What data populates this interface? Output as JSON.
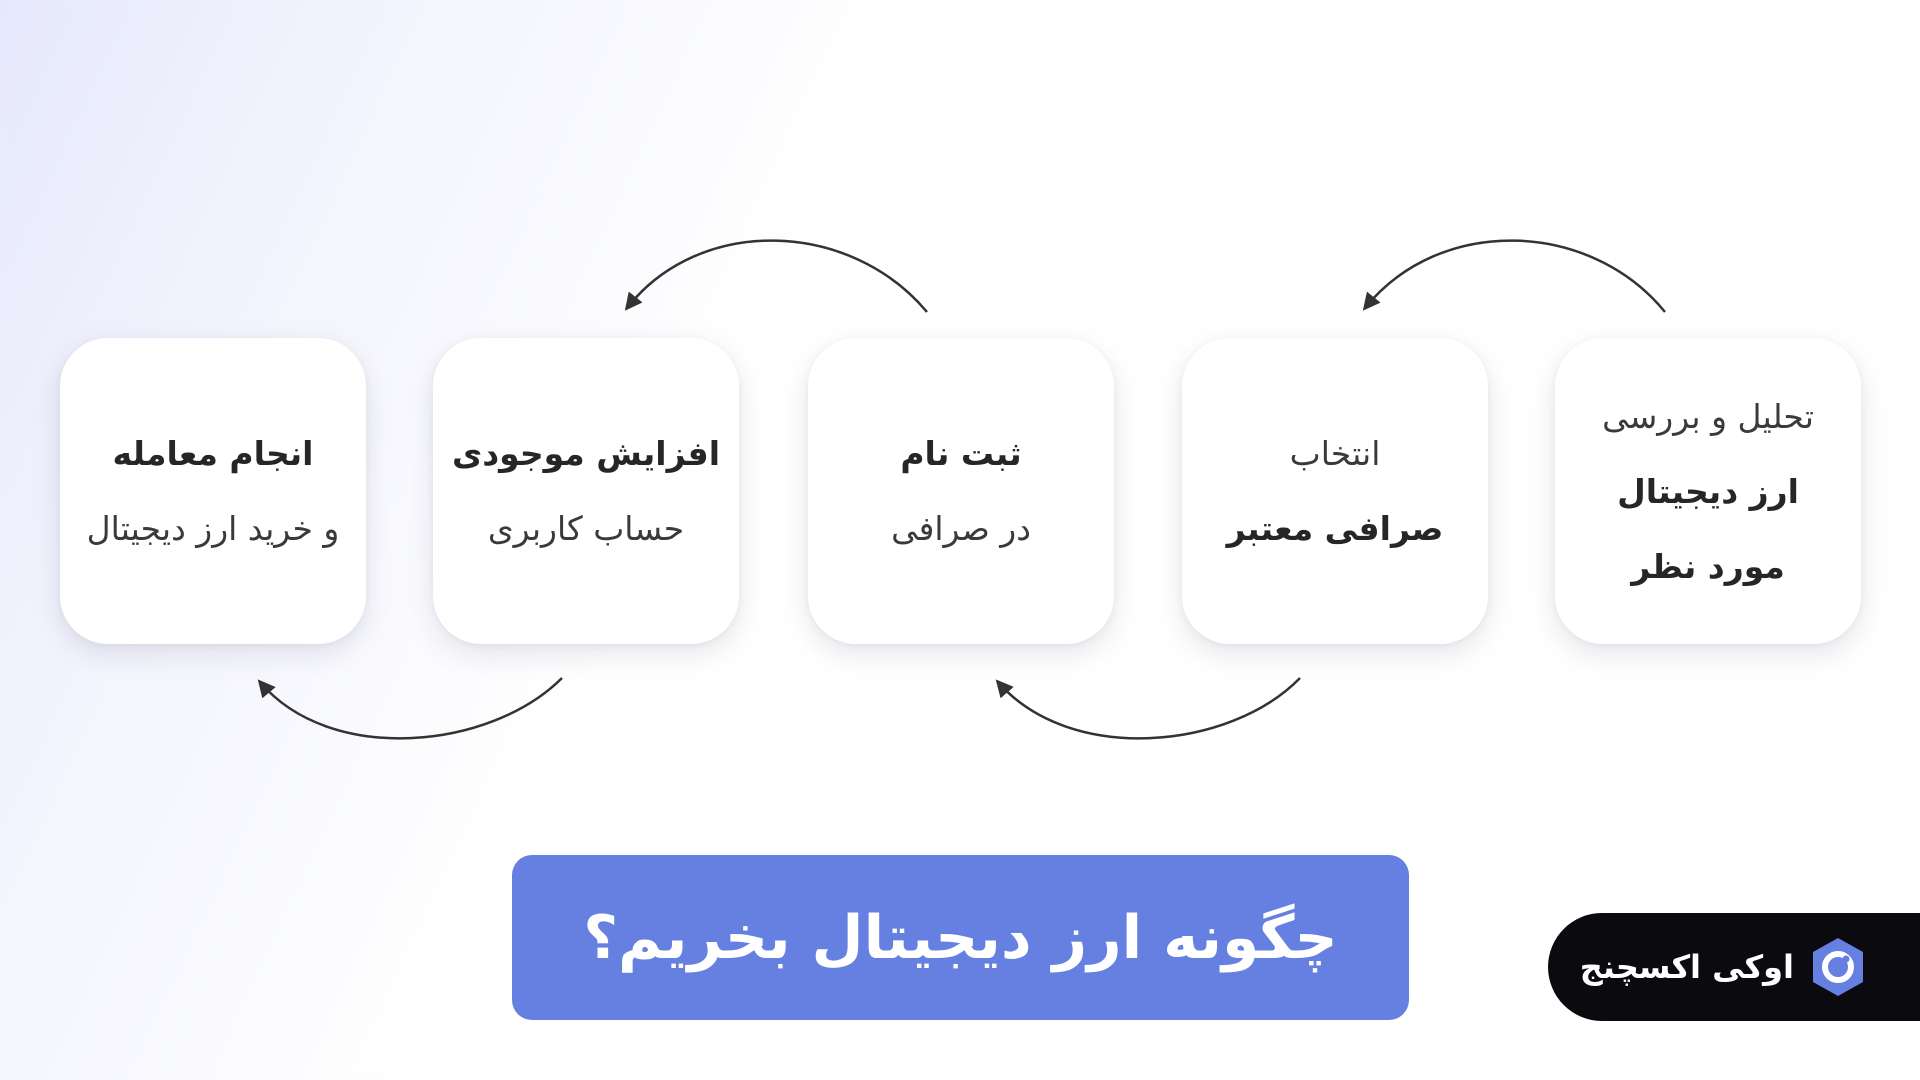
{
  "steps": [
    {
      "lines": [
        {
          "text": "تحلیل و بررسی",
          "weight": "light"
        },
        {
          "text": "ارز دیجیتال",
          "weight": "bold"
        },
        {
          "text": "مورد نظر",
          "weight": "bold"
        }
      ]
    },
    {
      "lines": [
        {
          "text": "انتخاب",
          "weight": "light"
        },
        {
          "text": "صرافی معتبر",
          "weight": "bold"
        }
      ]
    },
    {
      "lines": [
        {
          "text": "ثبت نام",
          "weight": "bold"
        },
        {
          "text": "در صرافی",
          "weight": "light"
        }
      ]
    },
    {
      "lines": [
        {
          "text": "افزایش موجودی",
          "weight": "bold"
        },
        {
          "text": "حساب کاربری",
          "weight": "light"
        }
      ]
    },
    {
      "lines": [
        {
          "text": "انجام معامله",
          "weight": "bold"
        },
        {
          "text": "و خرید ارز دیجیتال",
          "weight": "light"
        }
      ]
    }
  ],
  "title": "چگونه ارز دیجیتال بخریم؟",
  "brand": {
    "name": "اوکی اکسچنج",
    "logo_icon": "hexagon-ring-logo"
  },
  "colors": {
    "title_background": "#6580e1",
    "brand_background": "#0b0b0f",
    "arrow": "#333333",
    "logo": "#6680e2"
  }
}
